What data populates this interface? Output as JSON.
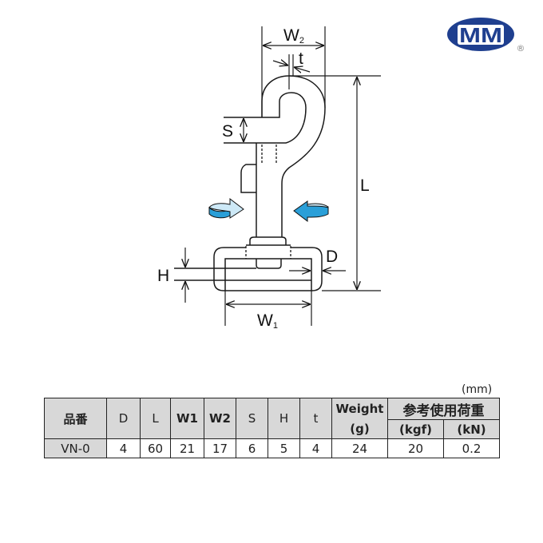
{
  "logo": {
    "text": "MM",
    "registered": "®",
    "color": "#1f3f8f"
  },
  "diagram": {
    "labels": {
      "W2": "W",
      "W2_sub": "2",
      "t": "t",
      "S": "S",
      "L": "L",
      "H": "H",
      "D": "D",
      "W1": "W",
      "W1_sub": "1"
    },
    "arrow_color": "#2a9fd8"
  },
  "table": {
    "unit": "(mm)",
    "headers": {
      "part_no": "品番",
      "D": "D",
      "L": "L",
      "W1": "W1",
      "W2": "W2",
      "S": "S",
      "H": "H",
      "t": "t",
      "weight": "Weight",
      "weight_unit": "(g)",
      "load": "参考使用荷重",
      "load_kgf": "(kgf)",
      "load_kn": "(kN)"
    },
    "rows": [
      {
        "part_no": "VN-0",
        "D": "4",
        "L": "60",
        "W1": "21",
        "W2": "17",
        "S": "6",
        "H": "5",
        "t": "4",
        "weight": "24",
        "kgf": "20",
        "kn": "0.2"
      }
    ]
  }
}
